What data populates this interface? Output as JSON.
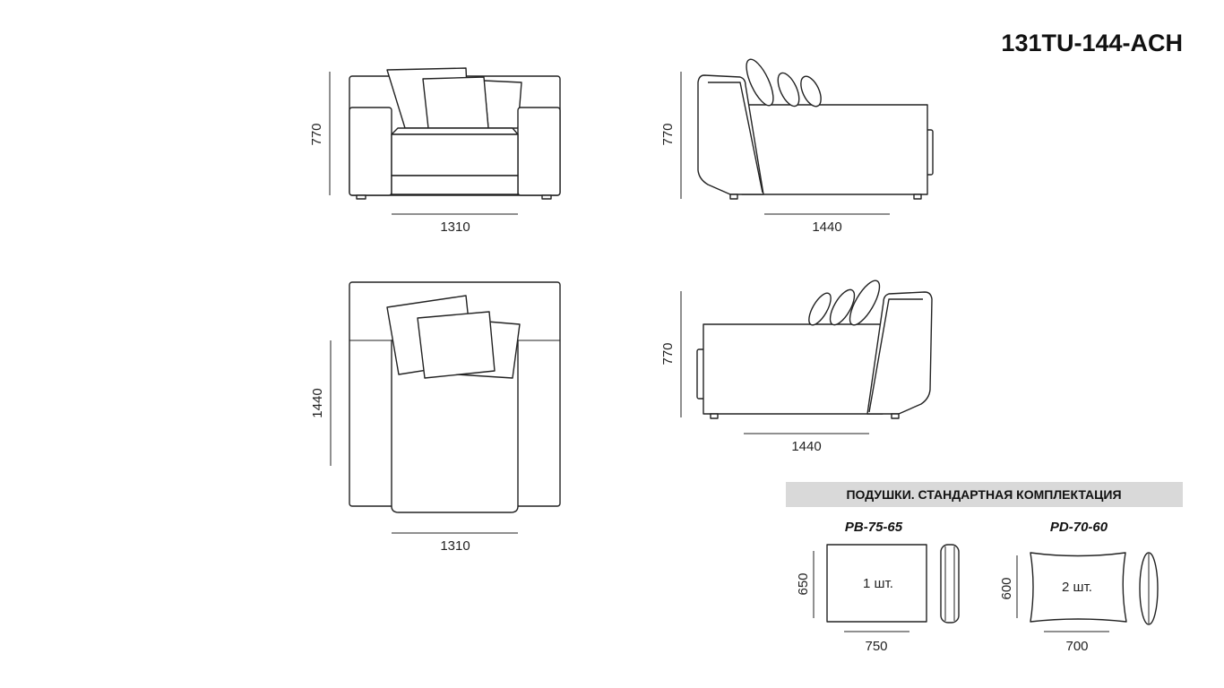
{
  "title": "131TU-144-ACH",
  "views": {
    "front": {
      "height": "770",
      "width": "1310"
    },
    "side_right": {
      "height": "770",
      "depth": "1440"
    },
    "top": {
      "depth": "1440",
      "width": "1310"
    },
    "side_left": {
      "height": "770",
      "depth": "1440"
    }
  },
  "cushions": {
    "heading": "ПОДУШКИ. СТАНДАРТНАЯ КОМПЛЕКТАЦИЯ",
    "heading_bg": "#d9d9d9",
    "items": [
      {
        "code": "PB-75-65",
        "qty": "1 шт.",
        "height": "650",
        "width": "750"
      },
      {
        "code": "PD-70-60",
        "qty": "2 шт.",
        "height": "600",
        "width": "700"
      }
    ]
  }
}
